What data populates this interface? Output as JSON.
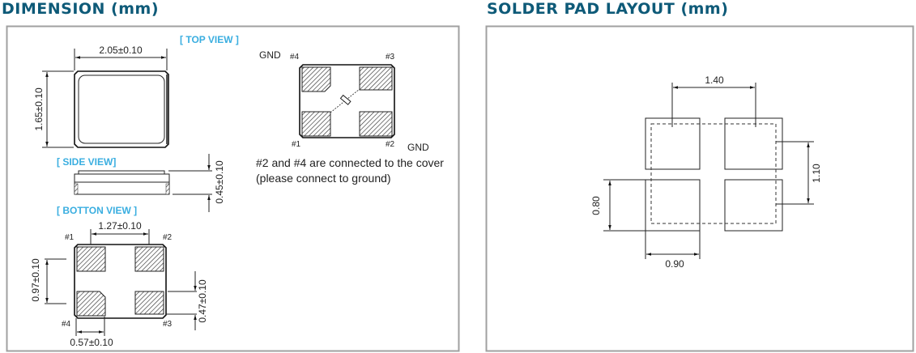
{
  "dimension": {
    "title": "DIMENSION (mm)",
    "top_view": {
      "label": "[ TOP VIEW ]",
      "width": "2.05±0.10",
      "height": "1.65±0.10"
    },
    "side_view": {
      "label": "[ SIDE VIEW]",
      "thickness": "0.45±0.10"
    },
    "bottom_view": {
      "label": "[ BOTTON VIEW ]",
      "pad_pitch": "1.27±0.10",
      "pad_vertical_pitch": "0.97±0.10",
      "pad_height": "0.47±0.10",
      "pad_width": "0.57±0.10",
      "pins": [
        "#1",
        "#2",
        "#3",
        "#4"
      ]
    },
    "schematic": {
      "gnd_left": "GND",
      "gnd_right": "GND",
      "pins": [
        "#1",
        "#2",
        "#3",
        "#4"
      ],
      "note_line1": "#2 and #4 are connected to the cover",
      "note_line2": "(please connect to ground)"
    }
  },
  "solder_pad": {
    "title": "SOLDER PAD LAYOUT (mm)",
    "horizontal_pitch": "1.40",
    "vertical_pitch": "1.10",
    "pad_height": "0.80",
    "pad_width": "0.90"
  },
  "colors": {
    "title": "#0e5a78",
    "view_label": "#3aaee0",
    "panel_border": "#a0a0a0"
  }
}
